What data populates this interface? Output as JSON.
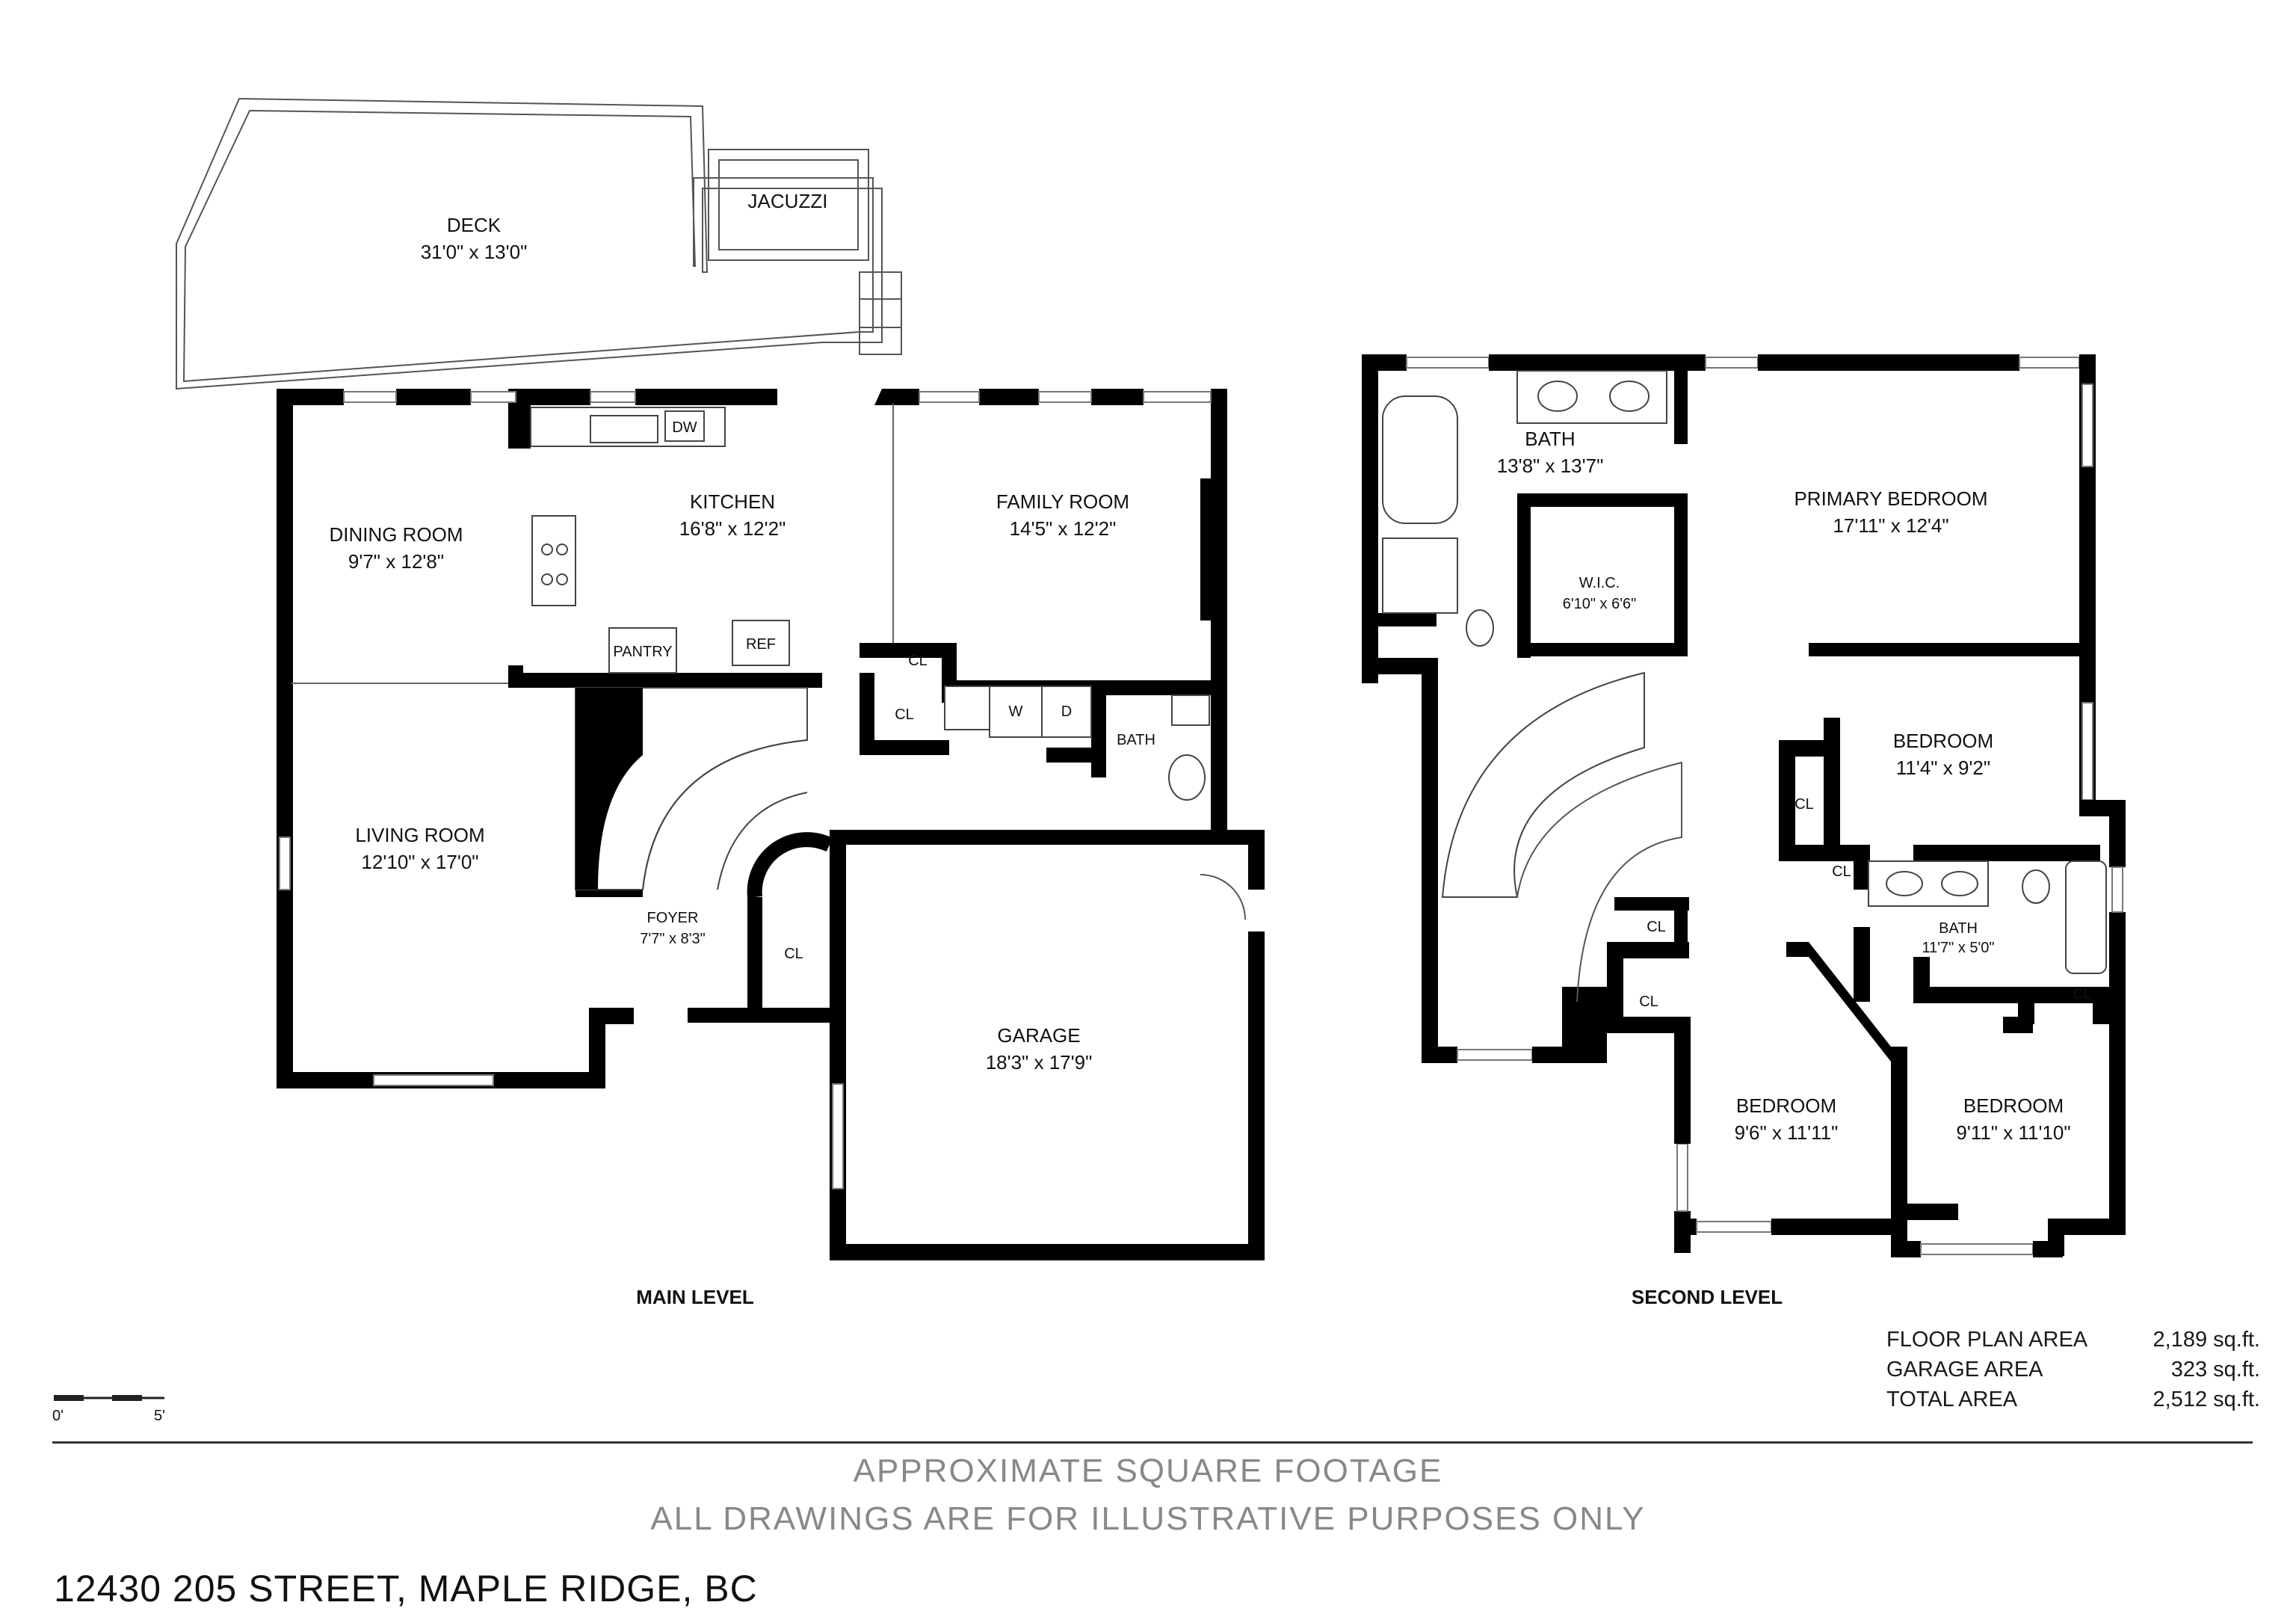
{
  "levels": {
    "main": "MAIN LEVEL",
    "second": "SECOND LEVEL"
  },
  "main_rooms": {
    "deck": {
      "name": "DECK",
      "dim": "31'0\" x 13'0\""
    },
    "jacuzzi": {
      "name": "JACUZZI"
    },
    "dining": {
      "name": "DINING ROOM",
      "dim": "9'7\" x 12'8\""
    },
    "kitchen": {
      "name": "KITCHEN",
      "dim": "16'8\" x 12'2\""
    },
    "family": {
      "name": "FAMILY ROOM",
      "dim": "14'5\" x 12'2\""
    },
    "living": {
      "name": "LIVING ROOM",
      "dim": "12'10\" x 17'0\""
    },
    "foyer": {
      "name": "FOYER",
      "dim": "7'7\" x 8'3\""
    },
    "garage": {
      "name": "GARAGE",
      "dim": "18'3\" x 17'9\""
    },
    "bath": {
      "name": "BATH"
    },
    "pantry": "PANTRY",
    "ref": "REF",
    "dw": "DW",
    "washer": "W",
    "dryer": "D",
    "cl": "CL"
  },
  "second_rooms": {
    "bath": {
      "name": "BATH",
      "dim": "13'8\" x 13'7\""
    },
    "primary": {
      "name": "PRIMARY BEDROOM",
      "dim": "17'11\" x 12'4\""
    },
    "wic": {
      "name": "W.I.C.",
      "dim": "6'10\" x 6'6\""
    },
    "bedroom2": {
      "name": "BEDROOM",
      "dim": "11'4\" x 9'2\""
    },
    "bath2": {
      "name": "BATH",
      "dim": "11'7\" x 5'0\""
    },
    "bedroom3": {
      "name": "BEDROOM",
      "dim": "9'6\" x 11'11\""
    },
    "bedroom4": {
      "name": "BEDROOM",
      "dim": "9'11\" x 11'10\""
    },
    "cl": "CL"
  },
  "scale": {
    "start": "0'",
    "end": "5'"
  },
  "areas": [
    {
      "label": "FLOOR PLAN AREA",
      "value": "2,189 sq.ft."
    },
    {
      "label": "GARAGE AREA",
      "value": "323 sq.ft."
    },
    {
      "label": "TOTAL AREA",
      "value": "2,512 sq.ft."
    }
  ],
  "footer": {
    "line1": "APPROXIMATE SQUARE FOOTAGE",
    "line2": "ALL DRAWINGS ARE FOR ILLUSTRATIVE PURPOSES ONLY"
  },
  "address": "12430 205 STREET, MAPLE RIDGE, BC"
}
